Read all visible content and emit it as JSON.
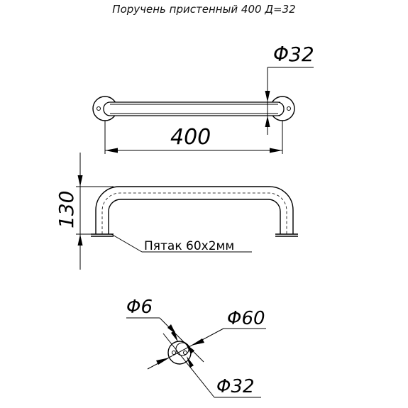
{
  "title": "Поручень пристенный 400 Д=32",
  "dimensions": {
    "tube_diameter_top": "Φ32",
    "length": "400",
    "height": "130",
    "hole_diameter": "Φ6",
    "plate_diameter": "Φ60",
    "tube_diameter_bottom": "Φ32"
  },
  "notes": {
    "plate": "Пятак 60х2мм"
  }
}
